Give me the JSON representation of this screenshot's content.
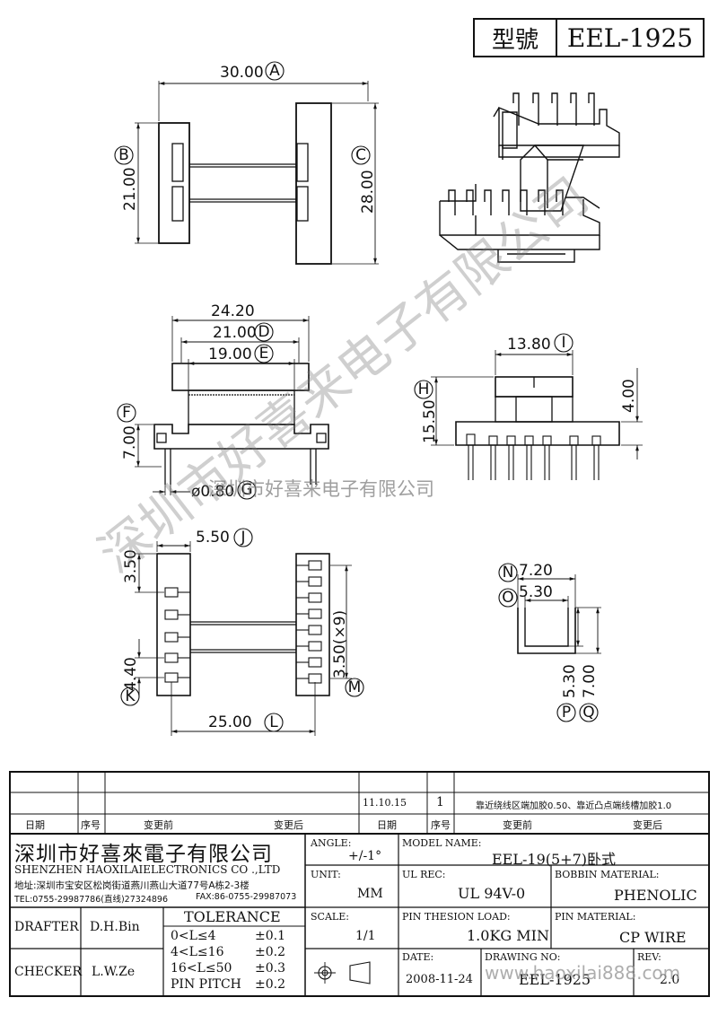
{
  "header": {
    "model_label": "型號",
    "model_value": "EEL-1925"
  },
  "dimensions": {
    "A": "30.00",
    "B": "21.00",
    "C": "28.00",
    "D": "21.00",
    "E": "19.00",
    "top_width": "24.20",
    "F": "7.00",
    "G": "ø0.80",
    "H": "15.50",
    "I": "13.80",
    "right_small": "4.00",
    "J": "5.50",
    "J_v": "3.50",
    "K": "4.40",
    "L": "25.00",
    "M": "3.50(×9)",
    "N": "7.20",
    "O": "5.30",
    "P": "5.30",
    "Q": "7.00"
  },
  "circle_labels": [
    "A",
    "B",
    "C",
    "D",
    "E",
    "F",
    "G",
    "H",
    "I",
    "J",
    "K",
    "L",
    "M",
    "N",
    "O",
    "P",
    "Q"
  ],
  "watermark": {
    "diagonal": "深圳市好喜来电子有限公司",
    "horizontal": "深圳市好喜来电子有限公司",
    "url": "www.haoxilai888.com"
  },
  "revision": {
    "date": "11.10.15",
    "number": "1",
    "note": "靠近绕线区端加胶0.50、靠近凸点端线槽加胶1.0",
    "headers": [
      "日期",
      "序号",
      "变更前",
      "变更后",
      "日期",
      "序号",
      "变更前",
      "变更后"
    ]
  },
  "company": {
    "name_cn": "深圳市好喜來電子有限公司",
    "name_en": "SHENZHEN HAOXILAIELECTRONICS CO .,LTD",
    "address": "地址:深圳市宝安区松岗街道燕川燕山大道77号A栋2-3楼",
    "tel": "TEL:0755-29987786(直线)27324896",
    "fax": "FAX:86-0755-29987073"
  },
  "fields": {
    "angle_label": "ANGLE:",
    "angle_value": "+/-1°",
    "model_name_label": "MODEL NAME:",
    "model_name_value": "EEL-19(5+7)卧式",
    "unit_label": "UNIT:",
    "unit_value": "MM",
    "ul_label": "UL REC:",
    "ul_value": "UL 94V-0",
    "bobbin_label": "BOBBIN MATERIAL:",
    "bobbin_value": "PHENOLIC",
    "scale_label": "SCALE:",
    "scale_value": "1/1",
    "pin_load_label": "PIN THESION LOAD:",
    "pin_load_value": "1.0KG MIN",
    "pin_mat_label": "PIN MATERIAL:",
    "pin_mat_value": "CP  WIRE",
    "date_label": "DATE:",
    "date_value": "2008-11-24",
    "drawing_label": "DRAWING NO:",
    "drawing_value": "EEL-1925",
    "rev_label": "REV:",
    "rev_value": "2.0"
  },
  "people": {
    "drafter_label": "DRAFTER",
    "drafter": "D.H.Bin",
    "checker_label": "CHECKER",
    "checker": "L.W.Ze"
  },
  "tolerance": {
    "title": "TOLERANCE",
    "rows": [
      {
        "range": "0<L≤4",
        "tol": "±0.1"
      },
      {
        "range": "4<L≤16",
        "tol": "±0.2"
      },
      {
        "range": "16<L≤50",
        "tol": "±0.3"
      },
      {
        "range": "PIN PITCH",
        "tol": "±0.2"
      }
    ]
  }
}
